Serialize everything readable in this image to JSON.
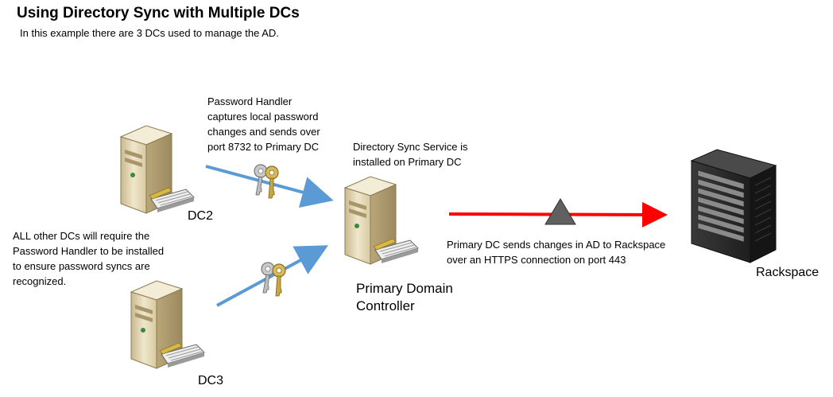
{
  "header": {
    "title": "Using Directory Sync with Multiple DCs",
    "subtitle": "In this example there are 3 DCs used to manage the AD."
  },
  "notes": {
    "password_handler": "Password Handler\ncaptures local password\nchanges and sends over\nport 8732 to Primary DC",
    "sync_service": "Directory Sync Service is\ninstalled on Primary DC",
    "other_dcs": "ALL other DCs will require the\nPassword Handler to be installed\nto ensure password syncs are\nrecognized.",
    "https": "Primary DC sends changes in AD to Rackspace\nover an HTTPS connection on port 443"
  },
  "nodes": {
    "dc2": "DC2",
    "dc3": "DC3",
    "primary": "Primary Domain\nController",
    "rackspace": "Rackspace"
  },
  "colors": {
    "blue_arrow": "#5b9bd5",
    "red_arrow": "#ff0000",
    "server_body": "#e8dcc0",
    "rack_dark": "#2b2b2b"
  },
  "icons": [
    "server-icon",
    "keys-icon",
    "rack-icon",
    "triangle-icon"
  ]
}
